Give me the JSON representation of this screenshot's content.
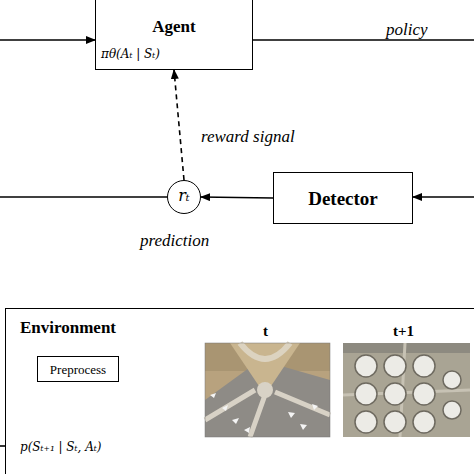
{
  "diagram": {
    "nodes": [
      {
        "text": [
          "Agent",
          "πθ(Aₜ | Sₜ)"
        ]
      },
      {
        "text": [
          "rₜ"
        ]
      },
      {
        "text": [
          "Detector"
        ]
      },
      {
        "text": [
          "Environment",
          "p(Sₜ₊₁ | Sₜ, Aₜ)"
        ]
      },
      {
        "text": [
          "Preprocess"
        ],
        "in": 3
      }
    ],
    "edges": [
      {
        "from": 2,
        "to": 1,
        "arrow": "to",
        "label": "prediction"
      },
      {
        "from": 1,
        "to": 0,
        "arrow": "to",
        "label": "reward signal"
      }
    ],
    "labels": [
      "policy",
      "t",
      "t+1"
    ]
  }
}
